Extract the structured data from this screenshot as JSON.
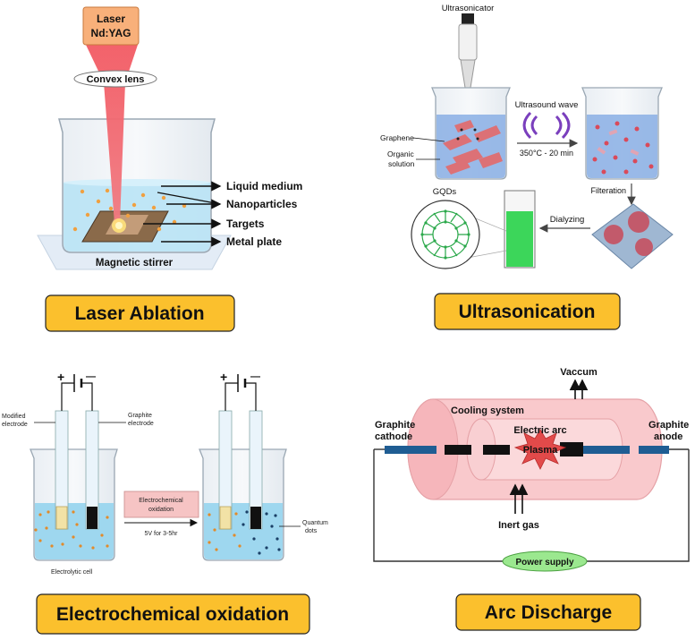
{
  "laser_ablation": {
    "title": "Laser Ablation",
    "laser_line1": "Laser",
    "laser_line2": "Nd:YAG",
    "lens": "Convex lens",
    "liquid": "Liquid medium",
    "nanoparticles": "Nanoparticles",
    "targets": "Targets",
    "plate": "Metal plate",
    "stirrer": "Magnetic stirrer"
  },
  "ultrasonication": {
    "title": "Ultrasonication",
    "ultrasonicator": "Ultrasonicator",
    "wave": "Ultrasound wave",
    "condition": "350°C - 20 min",
    "graphene": "Graphene",
    "organic_1": "Organic",
    "organic_2": "solution",
    "filtration": "Filteration",
    "dialyzing": "Dialyzing",
    "gqds": "GQDs"
  },
  "electrochemical": {
    "title": "Electrochemical oxidation",
    "plus": "+",
    "minus": "—",
    "modified_1": "Modified",
    "modified_2": "electrode",
    "graphite_1": "Graphite",
    "graphite_2": "electrode",
    "box_1": "Electrochemical",
    "box_2": "oxidation",
    "voltage": "5V for 3-5hr",
    "cell": "Electrolytic cell",
    "qd_1": "Quantum",
    "qd_2": "dots"
  },
  "arc": {
    "title": "Arc Discharge",
    "vaccum": "Vaccum",
    "cooling": "Cooling system",
    "electric_arc": "Electric arc",
    "plasma": "Plasma",
    "cathode_1": "Graphite",
    "cathode_2": "cathode",
    "anode_1": "Graphite",
    "anode_2": "anode",
    "inert": "Inert gas",
    "power": "Power supply"
  },
  "colors": {
    "title_fill": "#fbc02d",
    "laser_beam": "#f0505a",
    "laser_box": "#f8b07a",
    "liquid": "#b9e3f5",
    "graphene": "#e46a6a",
    "green_solution": "#3cd65a",
    "pink_tube": "#f9c9cc",
    "electrode_blue": "#1f5d93",
    "power_green": "#9be88f"
  }
}
